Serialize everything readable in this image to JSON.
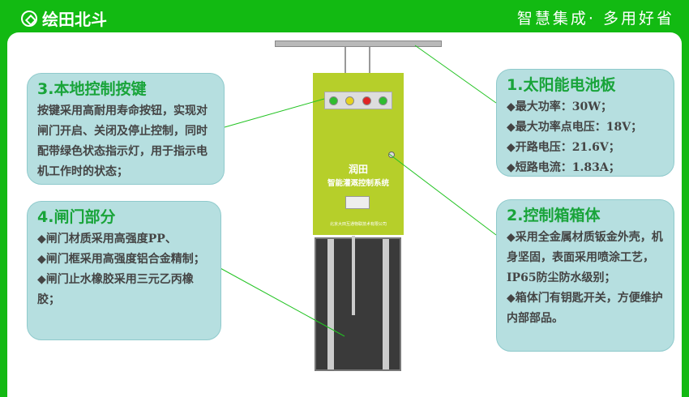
{
  "header": {
    "brand": "绘田北斗",
    "slogan": "智慧集成· 多用好省"
  },
  "device": {
    "brand": "润田",
    "system": "智能灌溉控制系统",
    "company": "北京大田互通物联技术有限公司",
    "light_colors": [
      "#2fbd2f",
      "#e6d21e",
      "#e02424",
      "#2fbd2f"
    ]
  },
  "boxes": {
    "local": {
      "title": "3.本地控制按键",
      "text": "按键采用高耐用寿命按钮，实现对闸门开启、关闭及停止控制，同时配带绿色状态指示灯，用于指示电机工作时的状态；"
    },
    "gate": {
      "title": "4.闸门部分",
      "text": "◆闸门材质采用高强度PP、\n◆闸门框采用高强度铝合金精制；\n◆闸门止水橡胶采用三元乙丙橡胶；"
    },
    "solar": {
      "title": "1.太阳能电池板",
      "text": "◆最大功率：30W；\n◆最大功率点电压：18V；\n◆开路电压：21.6V；\n◆短路电流：1.83A；"
    },
    "cabinet": {
      "title": "2.控制箱箱体",
      "text": "◆采用全金属材质钣金外壳，机身坚固，表面采用喷涂工艺，IP65防尘防水级别；\n◆箱体门有钥匙开关，方便维护内部部品。"
    }
  }
}
